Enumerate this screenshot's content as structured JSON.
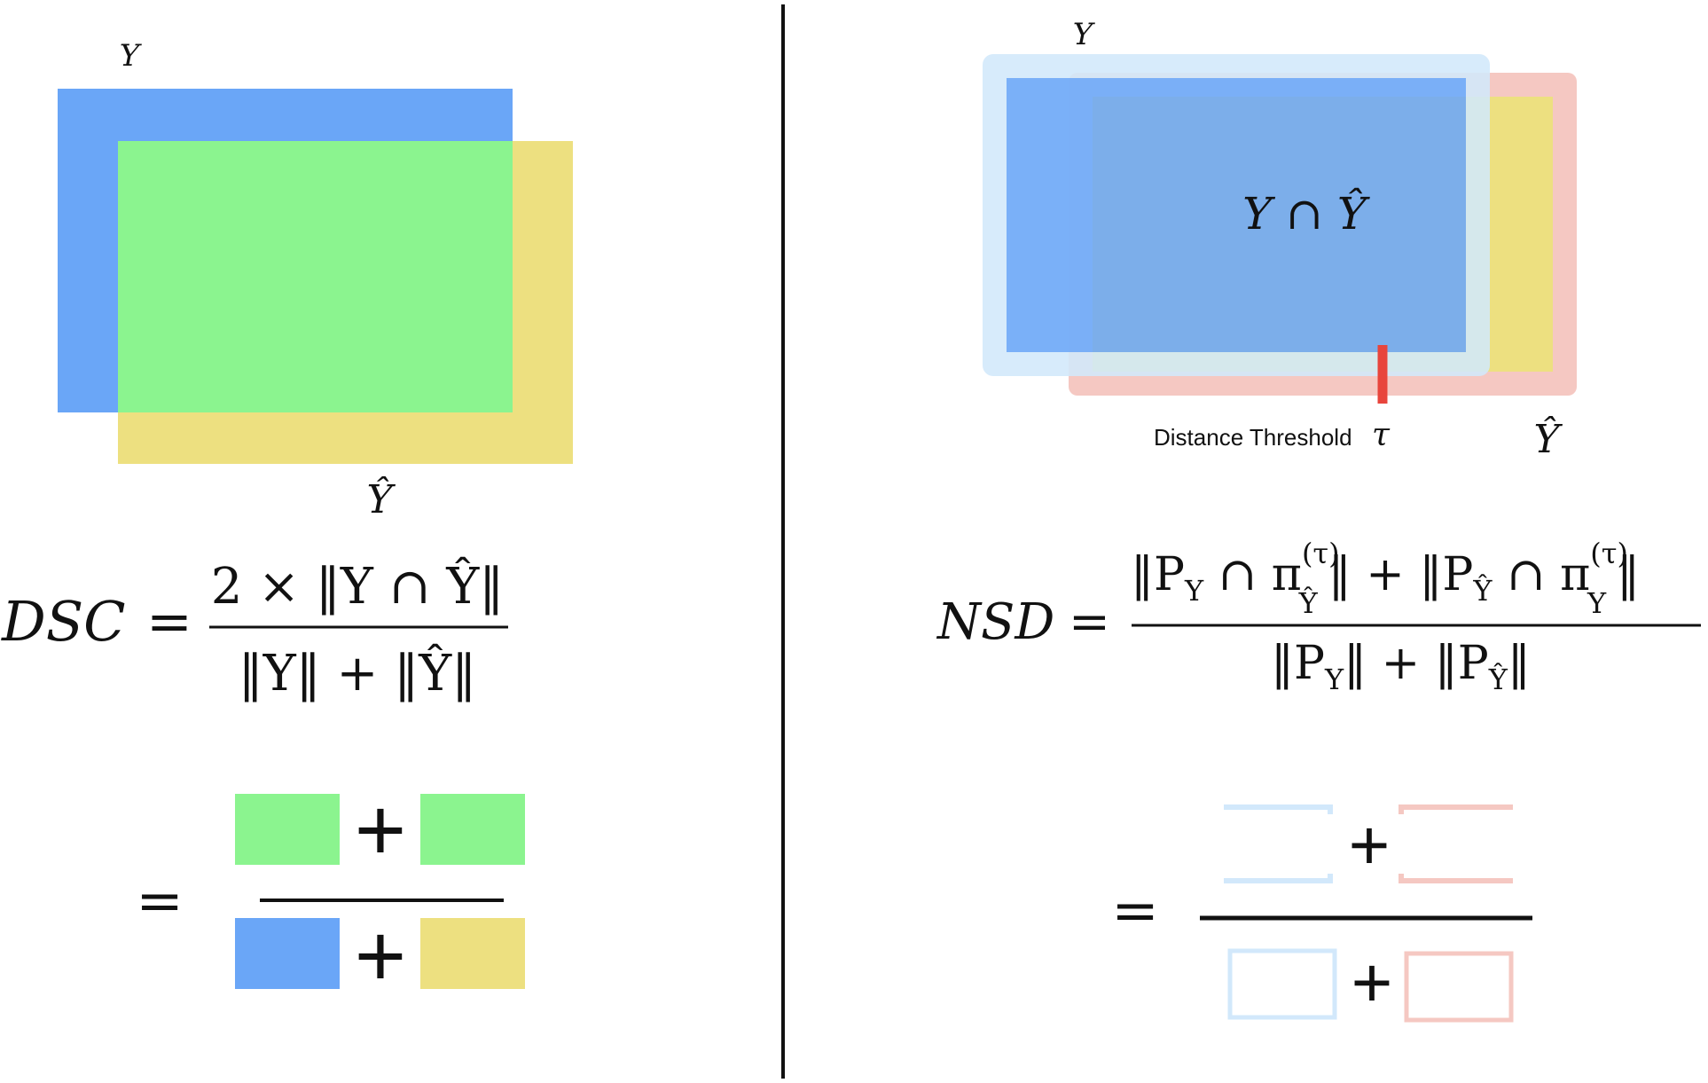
{
  "colors": {
    "blue": "#6aa6f7",
    "yellow": "#ede080",
    "green": "#8bf48f",
    "light_blue": "#d2e8fb",
    "light_red": "#f5c8c2",
    "overlap_blue": "#7eaee6",
    "threshold_red": "#e8453c",
    "divider": "#111111"
  },
  "left": {
    "label_y": "Y",
    "label_yhat": "Ŷ",
    "formula": {
      "lhs": "DSC",
      "numerator": "2 × ‖Y ∩ Ŷ‖",
      "denominator": "‖Y‖ + ‖Ŷ‖"
    },
    "visual_equals": "=",
    "plus_top": "+",
    "plus_bottom": "+"
  },
  "right": {
    "label_y": "Y",
    "label_yhat": "Ŷ",
    "intersection_label": "Y ∩ Ŷ",
    "threshold_text": "Distance Threshold",
    "threshold_symbol": "τ",
    "formula": {
      "lhs": "NSD",
      "num_a": "‖P",
      "num_a_sub": "Y",
      "num_b": " ∩ π",
      "num_b_sup": "(τ)",
      "num_b_sub": "Ŷ",
      "num_c": "‖ + ‖P",
      "num_c_sub": "Ŷ",
      "num_d": " ∩ π",
      "num_d_sup": "(τ)",
      "num_d_sub": "Y",
      "num_e": "‖",
      "den_a": "‖P",
      "den_a_sub": "Y",
      "den_b": "‖ + ‖P",
      "den_b_sub": "Ŷ",
      "den_c": "‖"
    },
    "visual_equals": "=",
    "plus_top": "+",
    "plus_bottom": "+"
  }
}
